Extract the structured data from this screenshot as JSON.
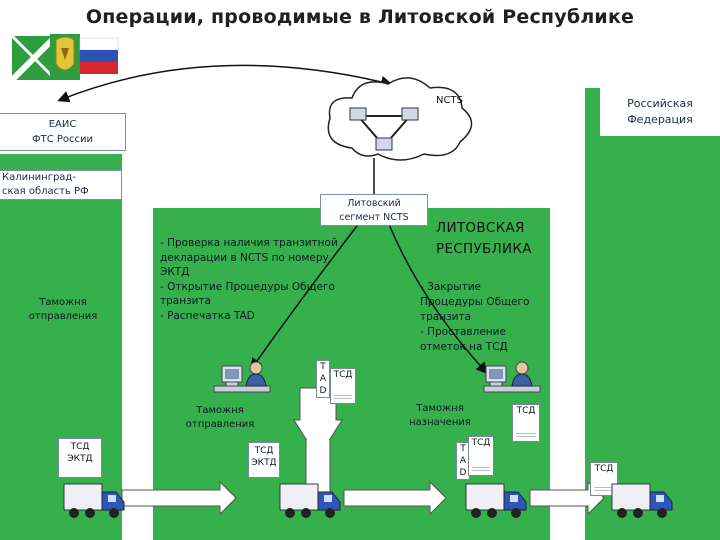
{
  "title": "Операции, проводимые в Литовской Республике",
  "ncts_cloud_label": "NCTS",
  "eais": {
    "line1": "ЕАИС",
    "line2": "ФТС России"
  },
  "kaliningrad": {
    "line1": "Калининград-",
    "line2": "ская область РФ"
  },
  "russia_label": {
    "line1": "Российская",
    "line2": "Федерация"
  },
  "ncts_segment": {
    "line1": "Литовский",
    "line2": "сегмент NCTS"
  },
  "lithuania_label": {
    "line1": "ЛИТОВСКАЯ",
    "line2": "РЕСПУБЛИКА"
  },
  "departure_customs_left": {
    "line1": "Таможня",
    "line2": "отправления"
  },
  "departure_steps": [
    "- Проверка наличия транзитной",
    "декларации в NCTS по номеру ЭКТД",
    "- Открытие Процедуры Общего",
    "транзита",
    "- Распечатка TAD"
  ],
  "destination_steps": [
    "- Закрытие",
    "Процедуры Общего",
    "транзита",
    "- Проставление",
    "отметок на ТСД"
  ],
  "departure_customs": {
    "line1": "Таможня",
    "line2": "отправления"
  },
  "destination_customs": {
    "line1": "Таможня",
    "line2": "назначения"
  },
  "docs": {
    "tsd": "ТСД",
    "ektd": "ЭКТД",
    "tad": [
      "T",
      "A",
      "D"
    ]
  },
  "colors": {
    "panel_green": "#35b04c",
    "box_border": "#7a8fb0",
    "arrow": "#111111"
  }
}
